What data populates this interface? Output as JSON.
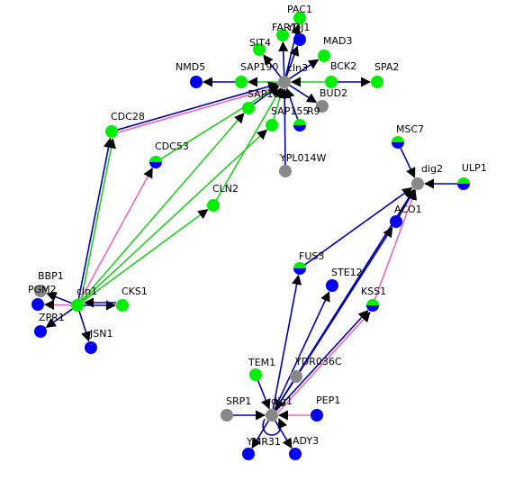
{
  "colors": {
    "green": "#00ee00",
    "blue": "#0000ee",
    "gray": "#888888",
    "edge_blue": "#0000aa",
    "edge_pink": "#ee66bb",
    "edge_green": "#22cc22"
  },
  "nodes": [
    {
      "id": "PAC1",
      "label": "PAC1",
      "fill": "green"
    },
    {
      "id": "FAR1",
      "label": "FAR1",
      "fill": "green"
    },
    {
      "id": "YDJ1",
      "label": "YDJ1",
      "fill": "blue"
    },
    {
      "id": "SIT4",
      "label": "SIT4",
      "fill": "green"
    },
    {
      "id": "MAD3",
      "label": "MAD3",
      "fill": "green"
    },
    {
      "id": "NMD5",
      "label": "NMD5",
      "fill": "blue"
    },
    {
      "id": "SAP190",
      "label": "SAP190",
      "fill": "green"
    },
    {
      "id": "cln3",
      "label": "cln3",
      "fill": "gray"
    },
    {
      "id": "BCK2",
      "label": "BCK2",
      "fill": "green"
    },
    {
      "id": "SPA2",
      "label": "SPA2",
      "fill": "green"
    },
    {
      "id": "SAP185",
      "label": "SAP185",
      "fill": "green"
    },
    {
      "id": "BUD2",
      "label": "BUD2",
      "fill": "gray"
    },
    {
      "id": "SAP155",
      "label": "SAP155",
      "fill": "green"
    },
    {
      "id": "R9",
      "label": "R9",
      "fill": "half"
    },
    {
      "id": "CDC28",
      "label": "CDC28",
      "fill": "green"
    },
    {
      "id": "CDC53",
      "label": "CDC53",
      "fill": "half"
    },
    {
      "id": "YPL014W",
      "label": "YPL014W",
      "fill": "gray"
    },
    {
      "id": "MSC7",
      "label": "MSC7",
      "fill": "half"
    },
    {
      "id": "dig2",
      "label": "dig2",
      "fill": "gray"
    },
    {
      "id": "ULP1",
      "label": "ULP1",
      "fill": "half"
    },
    {
      "id": "CLN2",
      "label": "CLN2",
      "fill": "green"
    },
    {
      "id": "ACO1",
      "label": "ACO1",
      "fill": "blue"
    },
    {
      "id": "BBP1",
      "label": "BBP1",
      "fill": "gray"
    },
    {
      "id": "FUS3",
      "label": "FUS3",
      "fill": "half"
    },
    {
      "id": "STE12",
      "label": "STE12",
      "fill": "blue"
    },
    {
      "id": "PGM2",
      "label": "PGM2",
      "fill": "blue"
    },
    {
      "id": "cln1",
      "label": "cln1",
      "fill": "green"
    },
    {
      "id": "CKS1",
      "label": "CKS1",
      "fill": "green"
    },
    {
      "id": "KSS1",
      "label": "KSS1",
      "fill": "half"
    },
    {
      "id": "ZPR1",
      "label": "ZPR1",
      "fill": "blue"
    },
    {
      "id": "JSN1",
      "label": "JSN1",
      "fill": "blue"
    },
    {
      "id": "TEM1",
      "label": "TEM1",
      "fill": "green"
    },
    {
      "id": "YDR036C",
      "label": "YDR036C",
      "fill": "gray"
    },
    {
      "id": "SRP1",
      "label": "SRP1",
      "fill": "gray"
    },
    {
      "id": "dig1",
      "label": "dig1",
      "fill": "gray"
    },
    {
      "id": "PEP1",
      "label": "PEP1",
      "fill": "blue"
    },
    {
      "id": "YMR31",
      "label": "YMR31",
      "fill": "blue"
    },
    {
      "id": "ADY3",
      "label": "ADY3",
      "fill": "blue"
    }
  ],
  "edges": [
    {
      "from": "cln3",
      "to": "PAC1",
      "color": "edge_blue"
    },
    {
      "from": "cln3",
      "to": "FAR1",
      "color": "edge_blue"
    },
    {
      "from": "cln3",
      "to": "YDJ1",
      "color": "edge_blue"
    },
    {
      "from": "cln3",
      "to": "SIT4",
      "color": "edge_blue"
    },
    {
      "from": "cln3",
      "to": "MAD3",
      "color": "edge_blue"
    },
    {
      "from": "SAP190",
      "to": "NMD5",
      "color": "edge_blue"
    },
    {
      "from": "cln3",
      "to": "SAP190",
      "color": "edge_green"
    },
    {
      "from": "BCK2",
      "to": "cln3",
      "color": "edge_green"
    },
    {
      "from": "BCK2",
      "to": "SPA2",
      "color": "edge_blue"
    },
    {
      "from": "SAP185",
      "to": "cln3",
      "color": "edge_blue"
    },
    {
      "from": "cln3",
      "to": "BUD2",
      "color": "edge_blue"
    },
    {
      "from": "SAP155",
      "to": "cln3",
      "color": "edge_green"
    },
    {
      "from": "R9",
      "to": "cln3",
      "color": "edge_blue"
    },
    {
      "from": "CDC28",
      "to": "cln3",
      "color": "edge_blue"
    },
    {
      "from": "CDC28",
      "to": "cln3",
      "color": "edge_pink"
    },
    {
      "from": "CDC53",
      "to": "cln3",
      "color": "edge_green"
    },
    {
      "from": "YPL014W",
      "to": "cln3",
      "color": "edge_blue"
    },
    {
      "from": "CLN2",
      "to": "cln3",
      "color": "edge_green"
    },
    {
      "from": "cln1",
      "to": "SAP185",
      "color": "edge_green"
    },
    {
      "from": "cln1",
      "to": "SAP155",
      "color": "edge_green"
    },
    {
      "from": "cln1",
      "to": "CLN2",
      "color": "edge_green"
    },
    {
      "from": "cln1",
      "to": "CDC53",
      "color": "edge_pink"
    },
    {
      "from": "cln1",
      "to": "CDC28",
      "color": "edge_blue"
    },
    {
      "from": "cln1",
      "to": "CDC28",
      "color": "edge_green"
    },
    {
      "from": "cln1",
      "to": "BBP1",
      "color": "edge_blue"
    },
    {
      "from": "cln1",
      "to": "PGM2",
      "color": "edge_pink"
    },
    {
      "from": "cln1",
      "to": "CKS1",
      "color": "edge_blue"
    },
    {
      "from": "CKS1",
      "to": "cln1",
      "color": "edge_blue"
    },
    {
      "from": "cln1",
      "to": "ZPR1",
      "color": "edge_blue"
    },
    {
      "from": "cln1",
      "to": "JSN1",
      "color": "edge_blue"
    },
    {
      "from": "MSC7",
      "to": "dig2",
      "color": "edge_blue"
    },
    {
      "from": "ULP1",
      "to": "dig2",
      "color": "edge_blue"
    },
    {
      "from": "ACO1",
      "to": "dig2",
      "color": "edge_blue"
    },
    {
      "from": "FUS3",
      "to": "dig2",
      "color": "edge_blue"
    },
    {
      "from": "dig1",
      "to": "dig2",
      "color": "edge_blue"
    },
    {
      "from": "YDR036C",
      "to": "dig2",
      "color": "edge_blue"
    },
    {
      "from": "KSS1",
      "to": "dig2",
      "color": "edge_pink"
    },
    {
      "from": "dig1",
      "to": "ACO1",
      "color": "edge_blue"
    },
    {
      "from": "dig1",
      "to": "FUS3",
      "color": "edge_blue"
    },
    {
      "from": "dig1",
      "to": "STE12",
      "color": "edge_blue"
    },
    {
      "from": "dig1",
      "to": "KSS1",
      "color": "edge_blue"
    },
    {
      "from": "dig1",
      "to": "KSS1",
      "color": "edge_pink"
    },
    {
      "from": "TEM1",
      "to": "dig1",
      "color": "edge_blue"
    },
    {
      "from": "YDR036C",
      "to": "dig1",
      "color": "edge_blue"
    },
    {
      "from": "SRP1",
      "to": "dig1",
      "color": "edge_blue"
    },
    {
      "from": "PEP1",
      "to": "dig1",
      "color": "edge_pink"
    },
    {
      "from": "dig1",
      "to": "YMR31",
      "color": "edge_blue"
    },
    {
      "from": "dig1",
      "to": "ADY3",
      "color": "edge_blue"
    },
    {
      "from": "dig1",
      "to": "dig1",
      "color": "edge_blue"
    }
  ]
}
